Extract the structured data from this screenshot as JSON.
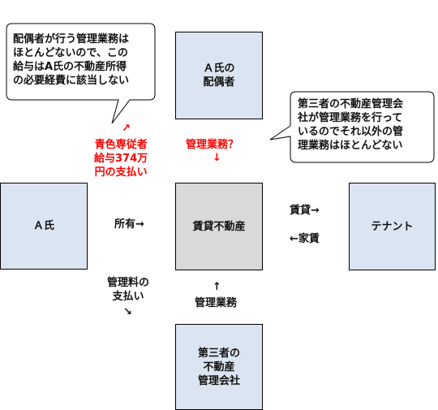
{
  "entities": {
    "a_shi": "Ａ氏",
    "spouse": "Ａ氏の\n配偶者",
    "property": "賃貸不動産",
    "tenant": "テナント",
    "mgmt_company": "第三者の\n不動産\n管理会社"
  },
  "relations": {
    "owns": "所有→",
    "rent_lease": "賃貸→",
    "rent_payment": "←家賃",
    "mgmt_fee": "管理料の\n支払い",
    "mgmt_fee_arrow": "↘",
    "mgmt_work": "管理業務",
    "mgmt_work_arrow": "↑",
    "salary_arrow": "↗",
    "salary": "青色専従者\n給与374万\n円の支払い",
    "mgmt_question": "管理業務？",
    "mgmt_question_arrow": "↓"
  },
  "callouts": {
    "left": "配偶者が行う管理業務は\nほとんどないので、この\n給与はA氏の不動産所得\nの必要経費に該当しない",
    "right": "第三者の不動産管理会\n社が管理業務を行って\nいるのでそれ以外の管\n理業務はほとんどない"
  },
  "colors": {
    "box_blue": "#dbe5f1",
    "box_gray": "#d9d9d9",
    "emphasis_red": "#ff0000"
  }
}
